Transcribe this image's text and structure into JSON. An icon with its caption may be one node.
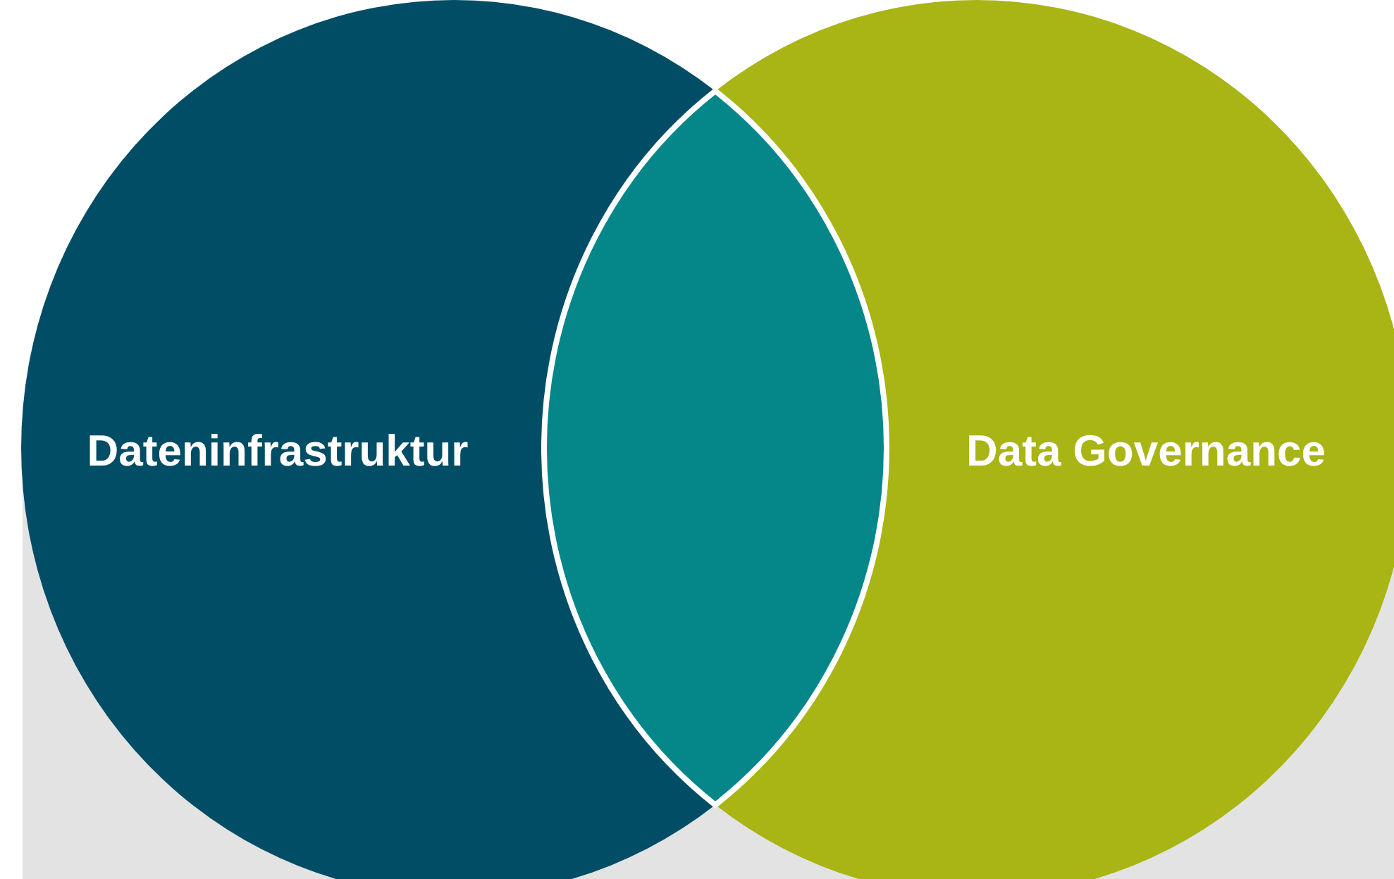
{
  "diagram": {
    "nodes": [
      {
        "text": [
          "Dateninfrastruktur"
        ]
      },
      {
        "text": [
          "Data Governance"
        ]
      },
      {
        "text": [],
        "shape": "lens"
      }
    ]
  }
}
